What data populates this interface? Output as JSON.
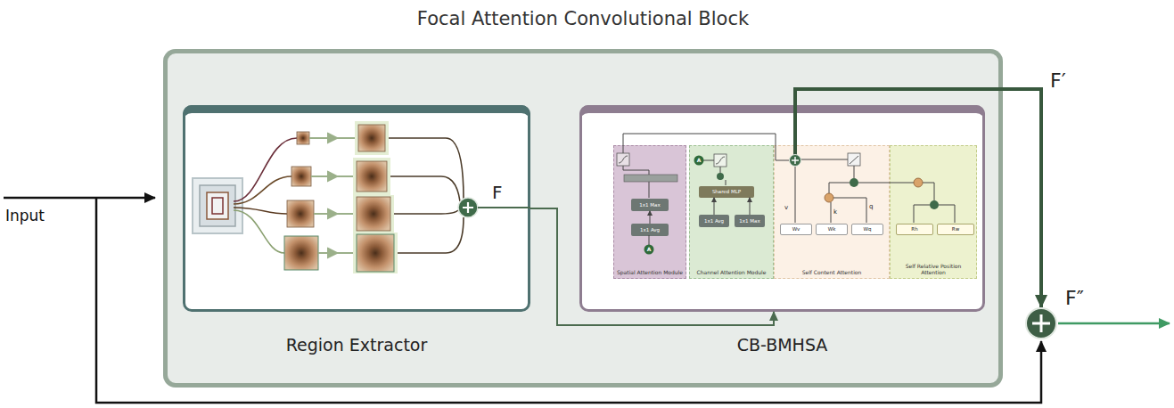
{
  "diagram": {
    "nodes": [
      {
        "text": [
          "Focal Attention Convolutional Block"
        ]
      },
      {
        "text": [
          "Region Extractor"
        ],
        "in": 0
      },
      {
        "text": [
          "CB-BMHSA"
        ],
        "in": 0
      },
      {
        "text": [
          "Spatial Attention Module"
        ],
        "in": 2
      },
      {
        "text": [
          "Channel Attention Module"
        ],
        "in": 2
      },
      {
        "text": [
          "Self Content Attention"
        ],
        "in": 2
      },
      {
        "text": [
          "Self Relative Position Attention"
        ],
        "in": 2
      },
      {
        "text": [
          "1x1 Max"
        ],
        "in": 3
      },
      {
        "text": [
          "1x1 Avg"
        ],
        "in": 3
      },
      {
        "text": [
          "Shared MLP"
        ],
        "in": 4
      },
      {
        "text": [
          "1x1 Avg"
        ],
        "in": 4
      },
      {
        "text": [
          "1x1 Max"
        ],
        "in": 4
      },
      {
        "text": [
          "Wv"
        ],
        "in": 5
      },
      {
        "text": [
          "Wk"
        ],
        "in": 5
      },
      {
        "text": [
          "Wq"
        ],
        "in": 5
      },
      {
        "text": [
          "Rh"
        ],
        "in": 6
      },
      {
        "text": [
          "Rw"
        ],
        "in": 6
      }
    ],
    "edges": [
      {
        "from": 1,
        "to": 2,
        "label": "F",
        "arrow": "to"
      },
      {
        "from": 8,
        "to": 7,
        "arrow": "to"
      },
      {
        "from": 10,
        "to": 9,
        "arrow": "to"
      },
      {
        "from": 11,
        "to": 9,
        "arrow": "to"
      }
    ],
    "labels": [
      "Input",
      "F′",
      "F″",
      "A",
      "A",
      "v",
      "k",
      "q"
    ]
  }
}
